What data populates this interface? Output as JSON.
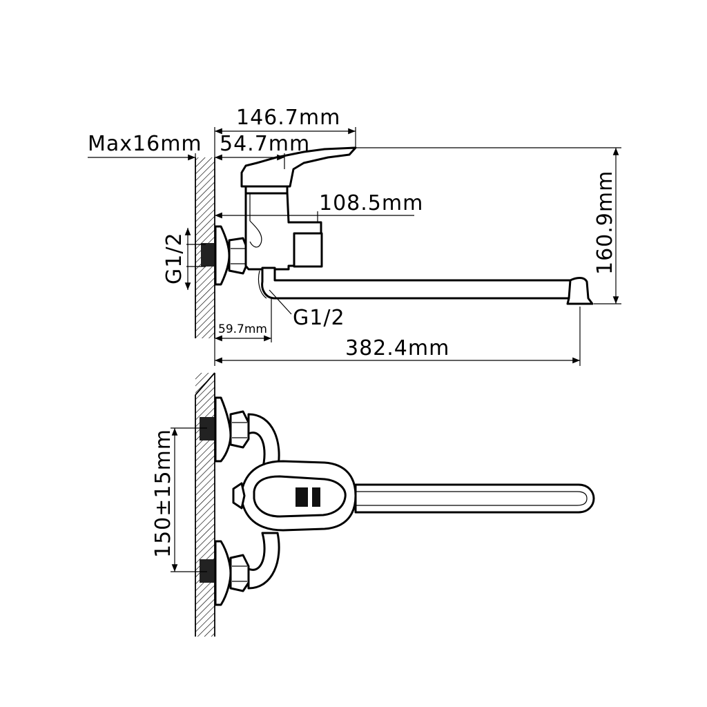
{
  "dimensions": {
    "d146": "146.7mm",
    "d54": "54.7mm",
    "max16": "Max16mm",
    "d108": "108.5mm",
    "d160": "160.9mm",
    "g_left": "G1/2",
    "g_right": "G1/2",
    "d59": "59.7mm",
    "d382": "382.4mm",
    "d150": "150±15mm"
  }
}
